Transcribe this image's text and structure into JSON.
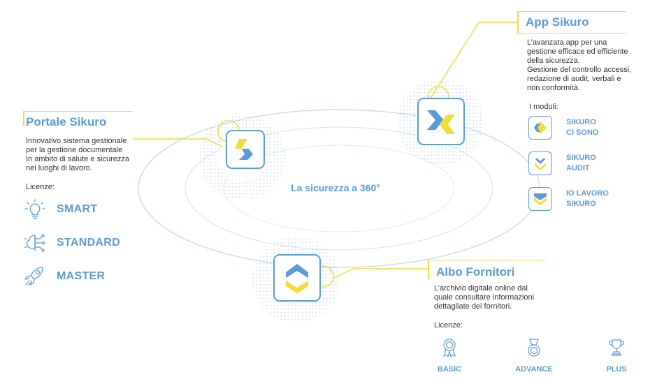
{
  "center": {
    "label": "La sicurezza a 360°"
  },
  "portale": {
    "title": "Portale Sikuro",
    "description": "Innovativo sistema gestionale\nper la gestione documentale\nIn ambito di salute e sicurezza\nnei luoghi di lavoro.",
    "licenses_label": "Licenze:",
    "licenses": [
      {
        "label": "SMART",
        "icon": "lightbulb-icon"
      },
      {
        "label": "STANDARD",
        "icon": "circuit-brain-icon"
      },
      {
        "label": "MASTER",
        "icon": "rocket-icon"
      }
    ]
  },
  "app": {
    "title": "App Sikuro",
    "description": "L’avanzata app per una\ngestione efficace ed efficiente\ndella sicurezza.\nGestione del controllo accessi,\nredazione di audit, verbali e\nnon conformità.",
    "modules_label": "I moduli:",
    "modules": [
      {
        "label": "SIKURO\nCI SONO"
      },
      {
        "label": "SIKURO\nAUDIT"
      },
      {
        "label": "IO LAVORO\nSIKURO"
      }
    ]
  },
  "albo": {
    "title": "Albo Fornitori",
    "description": "L’archivio digitale online dal\nquale consultare informazioni\ndettagliate dei fornitori.",
    "licenses_label": "Licenze:",
    "licenses": [
      {
        "label": "BASIC",
        "icon": "ribbon-badge-icon"
      },
      {
        "label": "ADVANCE",
        "icon": "medal-icon"
      },
      {
        "label": "PLUS",
        "icon": "trophy-icon"
      }
    ]
  },
  "colors": {
    "blue": "#5b9bd8",
    "yellow": "#f2dc3a",
    "text": "#333333",
    "ring": "#c9dcef"
  }
}
